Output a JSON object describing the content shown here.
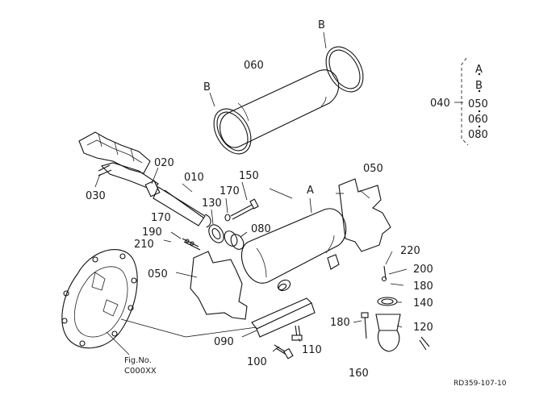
{
  "labels": {
    "p060": "060",
    "b_top": "B",
    "b_left": "B",
    "p040": "040",
    "kit_a": "A",
    "kit_b": "B",
    "kit_050": "050",
    "kit_060": "060",
    "kit_080": "080",
    "p020": "020",
    "p010": "010",
    "p030": "030",
    "p150": "150",
    "p170a": "170",
    "p130": "130",
    "a_mark": "A",
    "p050_right": "050",
    "p170b": "170",
    "p080": "080",
    "p190": "190",
    "p210": "210",
    "p050_left": "050",
    "p220": "220",
    "p200": "200",
    "p180a": "180",
    "p140": "140",
    "p180b": "180",
    "p120": "120",
    "p090": "090",
    "p110": "110",
    "p100": "100",
    "p160": "160",
    "fig_no": "Fig.No.",
    "fig_code": "C000XX",
    "doc_code": "RD359-107-10"
  }
}
